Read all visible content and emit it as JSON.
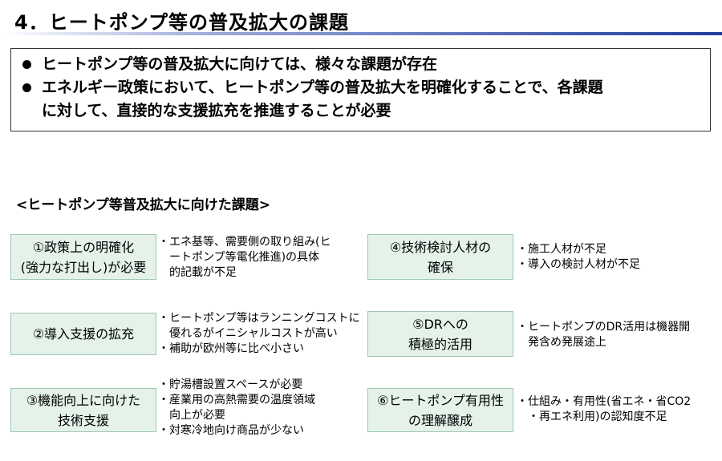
{
  "title": "4．ヒートポンプ等の普及拡大の課題",
  "summary": [
    [
      "ヒートポンプ等の普及拡大に向けては、様々な課題が存在"
    ],
    [
      "エネルギー政策において、ヒートポンプ等の普及拡大を明確化することで、各課題",
      "に対して、直接的な支援拡充を推進することが必要"
    ]
  ],
  "section_heading": "<ヒートポンプ等普及拡大に向けた課題>",
  "items": [
    {
      "box": [
        "①政策上の明確化",
        "(強力な打出し)が必要"
      ],
      "notes": [
        [
          "エネ基等、需要側の取り組み(ヒ",
          "ートポンプ等電化推進)の具体",
          "的記載が不足"
        ]
      ]
    },
    {
      "box": [
        "②導入支援の拡充"
      ],
      "notes": [
        [
          "ヒートポンプ等はランニングコストに",
          "優れるがイニシャルコストが高い"
        ],
        [
          "補助が欧州等に比べ小さい"
        ]
      ]
    },
    {
      "box": [
        "③機能向上に向けた",
        "技術支援"
      ],
      "notes": [
        [
          "貯湯槽設置スペースが必要"
        ],
        [
          "産業用の高熱需要の温度領域",
          "向上が必要"
        ],
        [
          "対寒冷地向け商品が少ない"
        ]
      ]
    },
    {
      "box": [
        "④技術検討人材の",
        "確保"
      ],
      "notes": [
        [
          "施工人材が不足"
        ],
        [
          "導入の検討人材が不足"
        ]
      ]
    },
    {
      "box": [
        "⑤DRへの",
        "積極的活用"
      ],
      "notes": [
        [
          "ヒートポンプのDR活用は機器開",
          "発含め発展途上"
        ]
      ]
    },
    {
      "box": [
        "⑥ヒートポンプ有用性",
        "の理解醸成"
      ],
      "notes": [
        [
          "仕組み・有用性(省エネ・省CO2",
          "・再エネ利用)の認知度不足"
        ]
      ]
    }
  ]
}
